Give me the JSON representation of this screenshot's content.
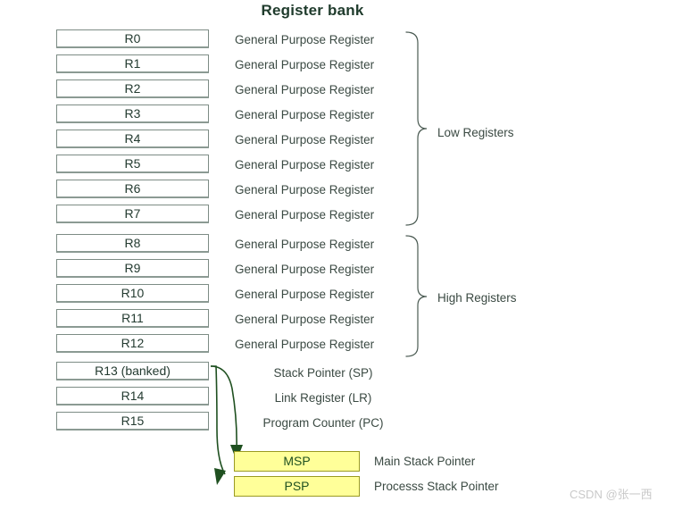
{
  "diagram": {
    "title": "Register bank",
    "watermark": "CSDN @张一西",
    "colors": {
      "title_text": "#1f3b2c",
      "register_border": "#7d8c85",
      "register_fill": "#ffffff",
      "description_text": "#3b4a43",
      "stack_box_fill": "#ffff99",
      "stack_box_border": "#9a9a22",
      "stack_box_text": "#1f5020",
      "arrow": "#1f5020",
      "brace": "#4a5a52",
      "background": "#ffffff",
      "watermark_text": "#c9c9c9"
    },
    "registers": [
      {
        "name": "R0",
        "description": "General Purpose Register"
      },
      {
        "name": "R1",
        "description": "General Purpose Register"
      },
      {
        "name": "R2",
        "description": "General Purpose Register"
      },
      {
        "name": "R3",
        "description": "General Purpose Register"
      },
      {
        "name": "R4",
        "description": "General Purpose Register"
      },
      {
        "name": "R5",
        "description": "General Purpose Register"
      },
      {
        "name": "R6",
        "description": "General Purpose Register"
      },
      {
        "name": "R7",
        "description": "General Purpose Register"
      },
      {
        "name": "R8",
        "description": "General Purpose Register"
      },
      {
        "name": "R9",
        "description": "General Purpose Register"
      },
      {
        "name": "R10",
        "description": "General Purpose Register"
      },
      {
        "name": "R11",
        "description": "General Purpose Register"
      },
      {
        "name": "R12",
        "description": "General Purpose Register"
      },
      {
        "name": "R13 (banked)",
        "description": "Stack Pointer (SP)"
      },
      {
        "name": "R14",
        "description": "Link Register (LR)"
      },
      {
        "name": "R15",
        "description": "Program Counter (PC)"
      }
    ],
    "groups": [
      {
        "label": "Low Registers",
        "from": "R0",
        "to": "R7"
      },
      {
        "label": "High Registers",
        "from": "R8",
        "to": "R12"
      }
    ],
    "stack_pointers": [
      {
        "name": "MSP",
        "description": "Main Stack Pointer"
      },
      {
        "name": "PSP",
        "description": "Processs Stack Pointer"
      }
    ]
  }
}
